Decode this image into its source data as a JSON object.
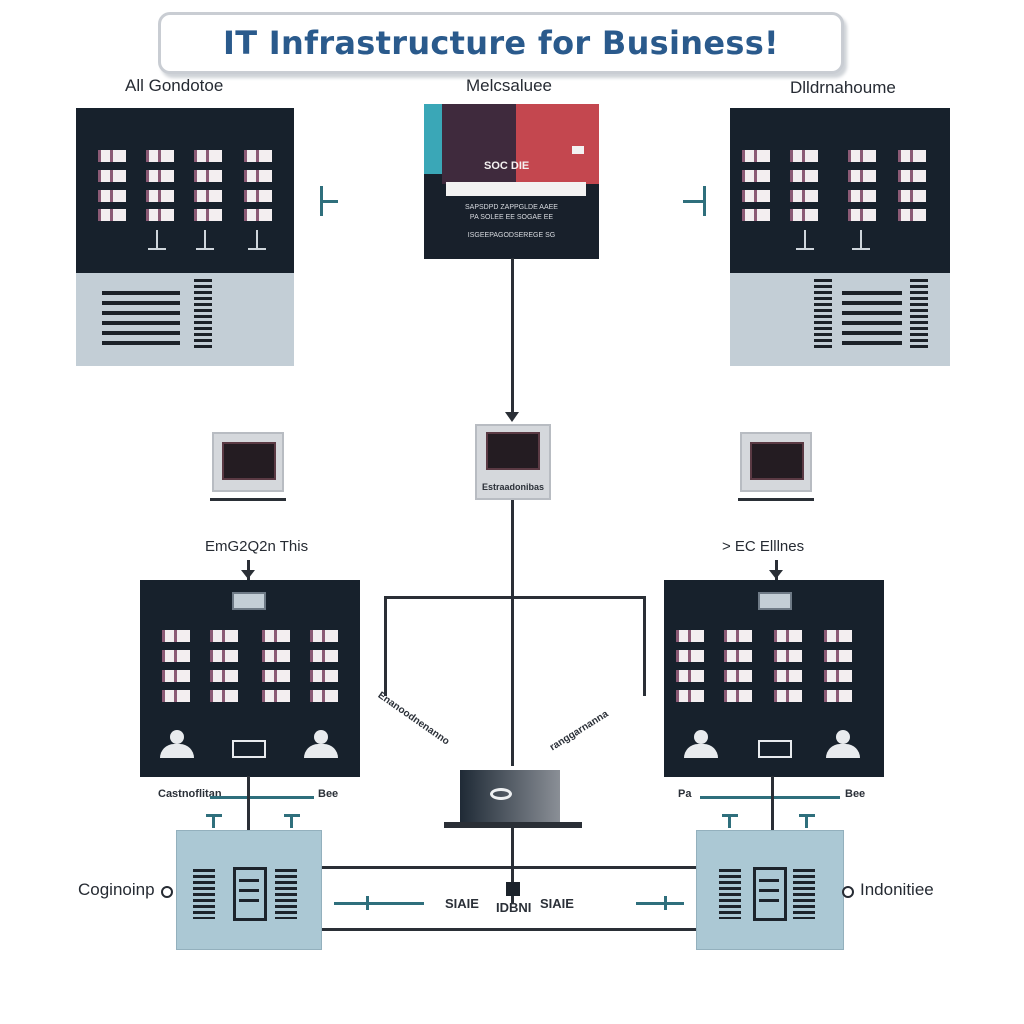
{
  "title": "IT Infrastructure for Business!",
  "top": {
    "left_label": "All Gondotoe",
    "center_label": "Melcsaluee",
    "right_label": "Dlldrnahoume",
    "screen_heading": "SOC DIE",
    "screen_text_1": "SAPSDPD ZAPPGLDE AAEE",
    "screen_text_2": "PA SOLEE EE SOGAE EE",
    "screen_text_3": "ISGEEPAGODSEREGE SG"
  },
  "middle": {
    "center_monitor_caption": "Estraadonibas",
    "left_label": "EmG2Q2n This",
    "right_label": "> EC Elllnes"
  },
  "diagonal": {
    "left_text": "Enanoodnenanno",
    "right_text": "ranggarnanna"
  },
  "lower": {
    "left_caption": "Castnoflitan",
    "left_caption_right": "Bee",
    "right_caption": "Pa",
    "right_caption_right": "Bee"
  },
  "bottom": {
    "left_label": "Coginoinp",
    "right_label": "Indonitiee",
    "center_left": "SIAIE",
    "center_mid": "IDBNI",
    "center_right": "SIAIE"
  },
  "colors": {
    "title": "#2a5a8c",
    "panel_dark": "#17212c",
    "panel_light": "#c3ced6",
    "storage": "#abc8d4",
    "accent_teal": "#2f6f7c",
    "accent_red": "#c4474f",
    "accent_purple": "#3f2a3d"
  }
}
